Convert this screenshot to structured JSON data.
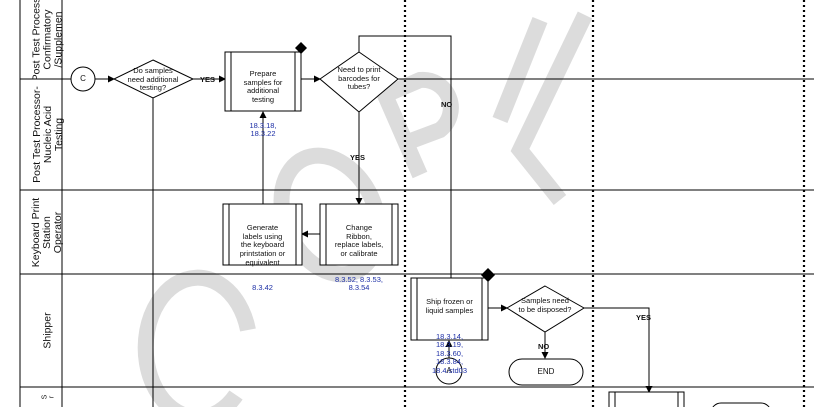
{
  "lanes": [
    {
      "label": "Post Test Process\nConfirmatory\n/Supplemen"
    },
    {
      "label": "Post Test Processor-\nNucleic Acid\nTesting"
    },
    {
      "label": "Keyboard Print\nStation\nOperator"
    },
    {
      "label": "Shipper"
    },
    {
      "label": "S\nr"
    }
  ],
  "connectors": {
    "c": "C",
    "a": "A"
  },
  "decisions": {
    "additional_testing": "Do samples\nneed additional\ntesting?",
    "print_barcodes": "Need to print\nbarcodes for\ntubes?",
    "disposed": "Samples need\nto be disposed?"
  },
  "processes": {
    "prepare_samples": {
      "text": "Prepare\nsamples for\nadditional\ntesting",
      "refs": "18.3.18,\n18.3.22"
    },
    "generate_labels": {
      "text": "Generate\nlabels using\nthe keyboard\nprintstation or\nequivalent",
      "refs": "8.3.42"
    },
    "change_ribbon": {
      "text": "Change\nRibbon,\nreplace labels,\nor calibrate",
      "refs": "8.3.52, 8.3.53,\n8.3.54"
    },
    "ship_samples": {
      "text": "Ship frozen or\nliquid samples",
      "refs": "18.3.14,\n18.3.19,\n18.3.60,\n18.3.84,\n18.4.std03"
    }
  },
  "terminator": {
    "end": "END"
  },
  "flow_labels": {
    "yes1": "YES",
    "no1": "NO",
    "yes2": "YES",
    "no2": "NO",
    "yes3": "YES"
  },
  "watermark": "COPY"
}
